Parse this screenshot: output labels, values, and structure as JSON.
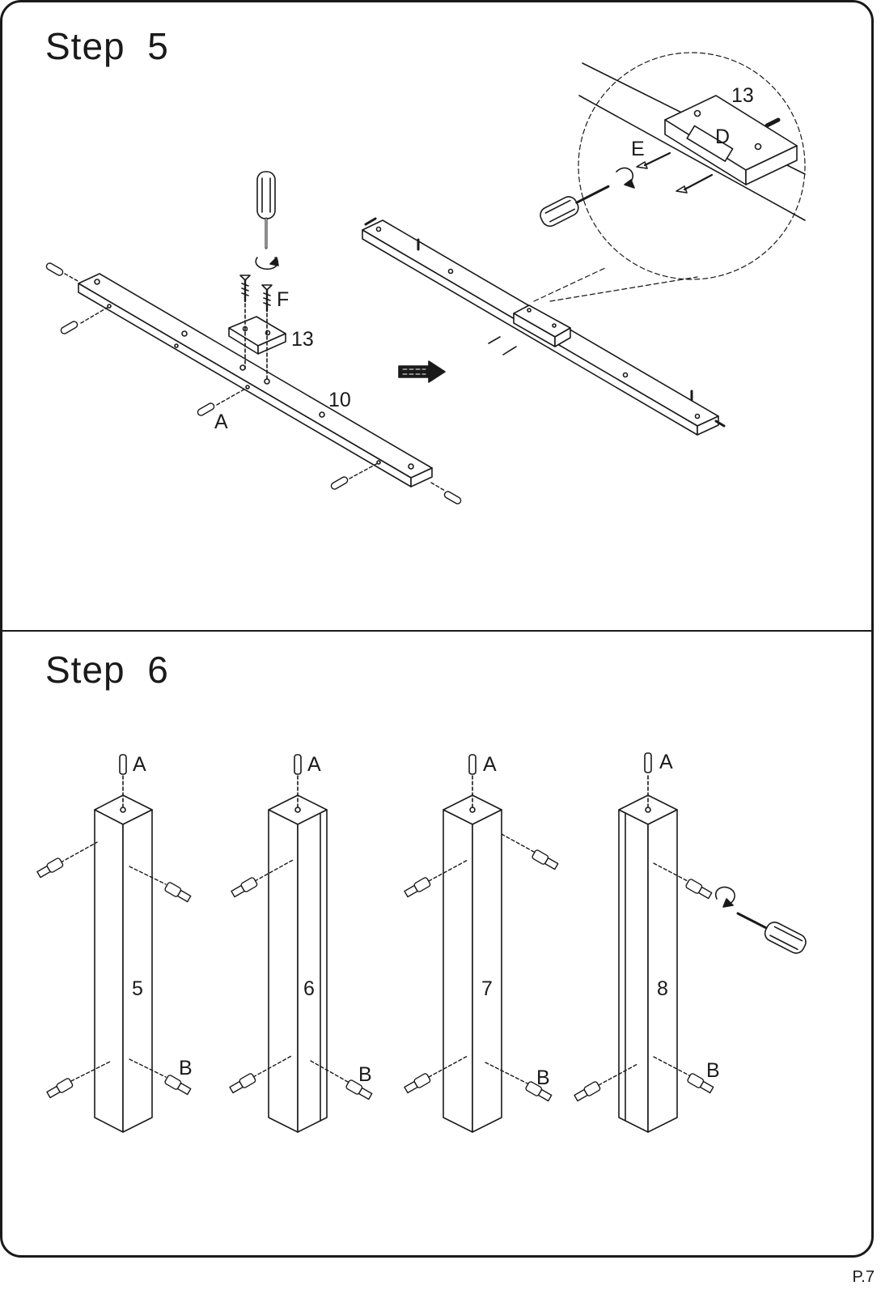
{
  "step5": {
    "title": "Step  5",
    "labels": {
      "panel_13": "13",
      "fitting_F": "F",
      "rail_10": "10",
      "dowel_A": "A",
      "zoom_13": "13",
      "zoom_D": "D",
      "zoom_E": "E"
    }
  },
  "step6": {
    "title": "Step  6",
    "legs": [
      {
        "number": "5",
        "top_dowel": "A",
        "bolt": "B"
      },
      {
        "number": "6",
        "top_dowel": "A",
        "bolt": "B"
      },
      {
        "number": "7",
        "top_dowel": "A",
        "bolt": "B"
      },
      {
        "number": "8",
        "top_dowel": "A",
        "bolt": "B"
      }
    ]
  },
  "page_number": "P.7"
}
